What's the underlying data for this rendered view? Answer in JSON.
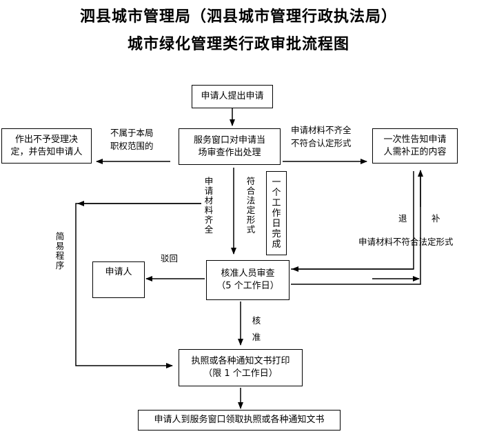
{
  "header": {
    "title_line1": "泗县城市管理局（泗县城市管理行政执法局）",
    "title_line2": "城市绿化管理类行政审批流程图"
  },
  "boxes": {
    "apply": "申请人提出申请",
    "window_review_l1": "服务窗口对申请当",
    "window_review_l2": "场审查作出处理",
    "reject_l1": "作出不予受理决",
    "reject_l2": "定，并告知申请人",
    "notify_l1": "一次性告知申请",
    "notify_l2": "人需补正的内容",
    "one_day": "一个工作日完成",
    "applicant": "申请人",
    "verify_l1": "核准人员审查",
    "verify_l2": "（5 个工作日）",
    "print_l1": "执照或各种通知文书打印",
    "print_l2": "（限 1 个工作日）",
    "collect": "申请人到服务窗口领取执照或各种通知文书"
  },
  "labels": {
    "not_in_scope_l1": "不属于本局",
    "not_in_scope_l2": "职权范围的",
    "incomplete_l1": "申请材料不齐全",
    "incomplete_l2": "不符合认定形式",
    "materials_complete": "申请材料齐全",
    "legal_form": "符合法定形式",
    "simple_procedure": "简易程序",
    "return": "退",
    "supplement": "补",
    "not_legal_form": "申请材料不符合法定形式",
    "rejected": "驳回",
    "approved": "核准"
  }
}
